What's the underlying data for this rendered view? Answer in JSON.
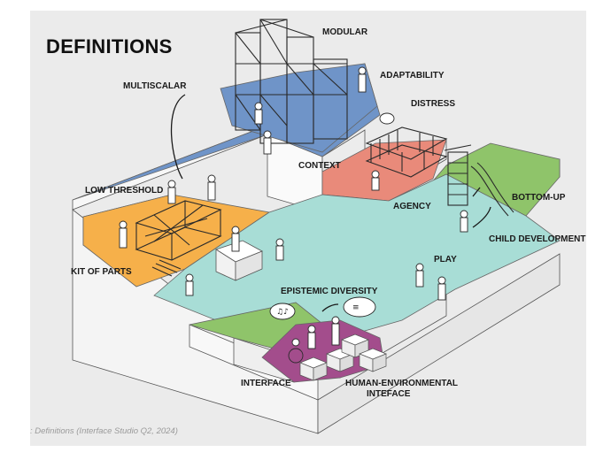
{
  "title": "DEFINITIONS",
  "caption": ": Definitions (Interface Studio Q2, 2024)",
  "labels": {
    "modular": "MODULAR",
    "multiscalar": "MULTISCALAR",
    "adaptability": "ADAPTABILITY",
    "distress": "DISTRESS",
    "context": "CONTEXT",
    "low_threshold": "LOW THRESHOLD",
    "agency": "AGENCY",
    "bottom_up": "BOTTOM-UP",
    "child_development": "CHILD DEVELOPMENT",
    "kit_of_parts": "KIT OF PARTS",
    "play": "PLAY",
    "epistemic_diversity": "EPISTEMIC DIVERSITY",
    "interface": "INTERFACE",
    "human_environmental_1": "HUMAN-ENVIRONMENTAL",
    "human_environmental_2": "INTEFACE"
  },
  "colors": {
    "blue": "#6f94c8",
    "orange": "#f6b04a",
    "salmon": "#e98a7a",
    "green": "#8fc46a",
    "teal": "#a8ddd6",
    "magenta": "#a34d8c",
    "wall": "#f3f3f3"
  }
}
